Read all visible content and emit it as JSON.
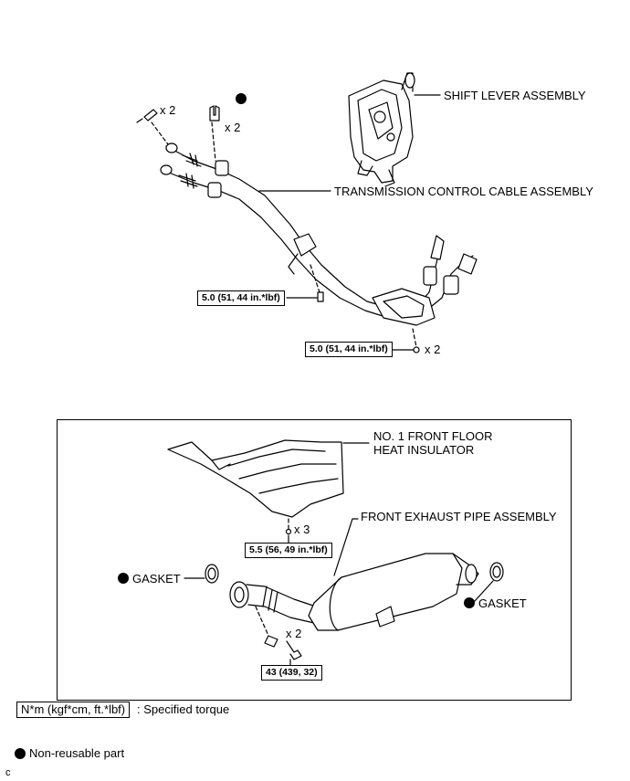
{
  "labels": {
    "shift_lever": "SHIFT LEVER ASSEMBLY",
    "trans_cable": "TRANSMISSION CONTROL CABLE ASSEMBLY",
    "heat_insulator_1": "NO. 1 FRONT FLOOR",
    "heat_insulator_2": "HEAT INSULATOR",
    "exhaust_pipe": "FRONT EXHAUST PIPE ASSEMBLY",
    "gasket_left": "GASKET",
    "gasket_right": "GASKET"
  },
  "qty": {
    "clip_pin": "x 2",
    "clip": "x 2",
    "bolt_cable": "x 2",
    "nut_insulator": "x 3",
    "bolt_exhaust": "x 2"
  },
  "torque": {
    "cable_bracket": "5.0 (51, 44 in.*lbf)",
    "cable_plate": "5.0 (51, 44 in.*lbf)",
    "insulator": "5.5 (56, 49 in.*lbf)",
    "exhaust": "43 (439, 32)"
  },
  "legend": {
    "torque_unit": "N*m (kgf*cm, ft.*lbf)",
    "torque_desc": ": Specified torque",
    "nonreusable_desc": "Non-reusable part"
  },
  "corner_mark": "c"
}
